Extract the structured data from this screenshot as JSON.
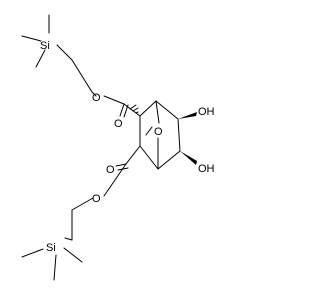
{
  "molecule": {
    "atoms": {
      "si_top": "Si",
      "o_ester_top": "O",
      "o_carbonyl_top": "O",
      "o_bridge": "O",
      "oh_upper": "OH",
      "oh_lower": "OH",
      "o_carbonyl_bottom": "O",
      "o_ester_bottom": "O",
      "si_bottom": "Si"
    }
  }
}
